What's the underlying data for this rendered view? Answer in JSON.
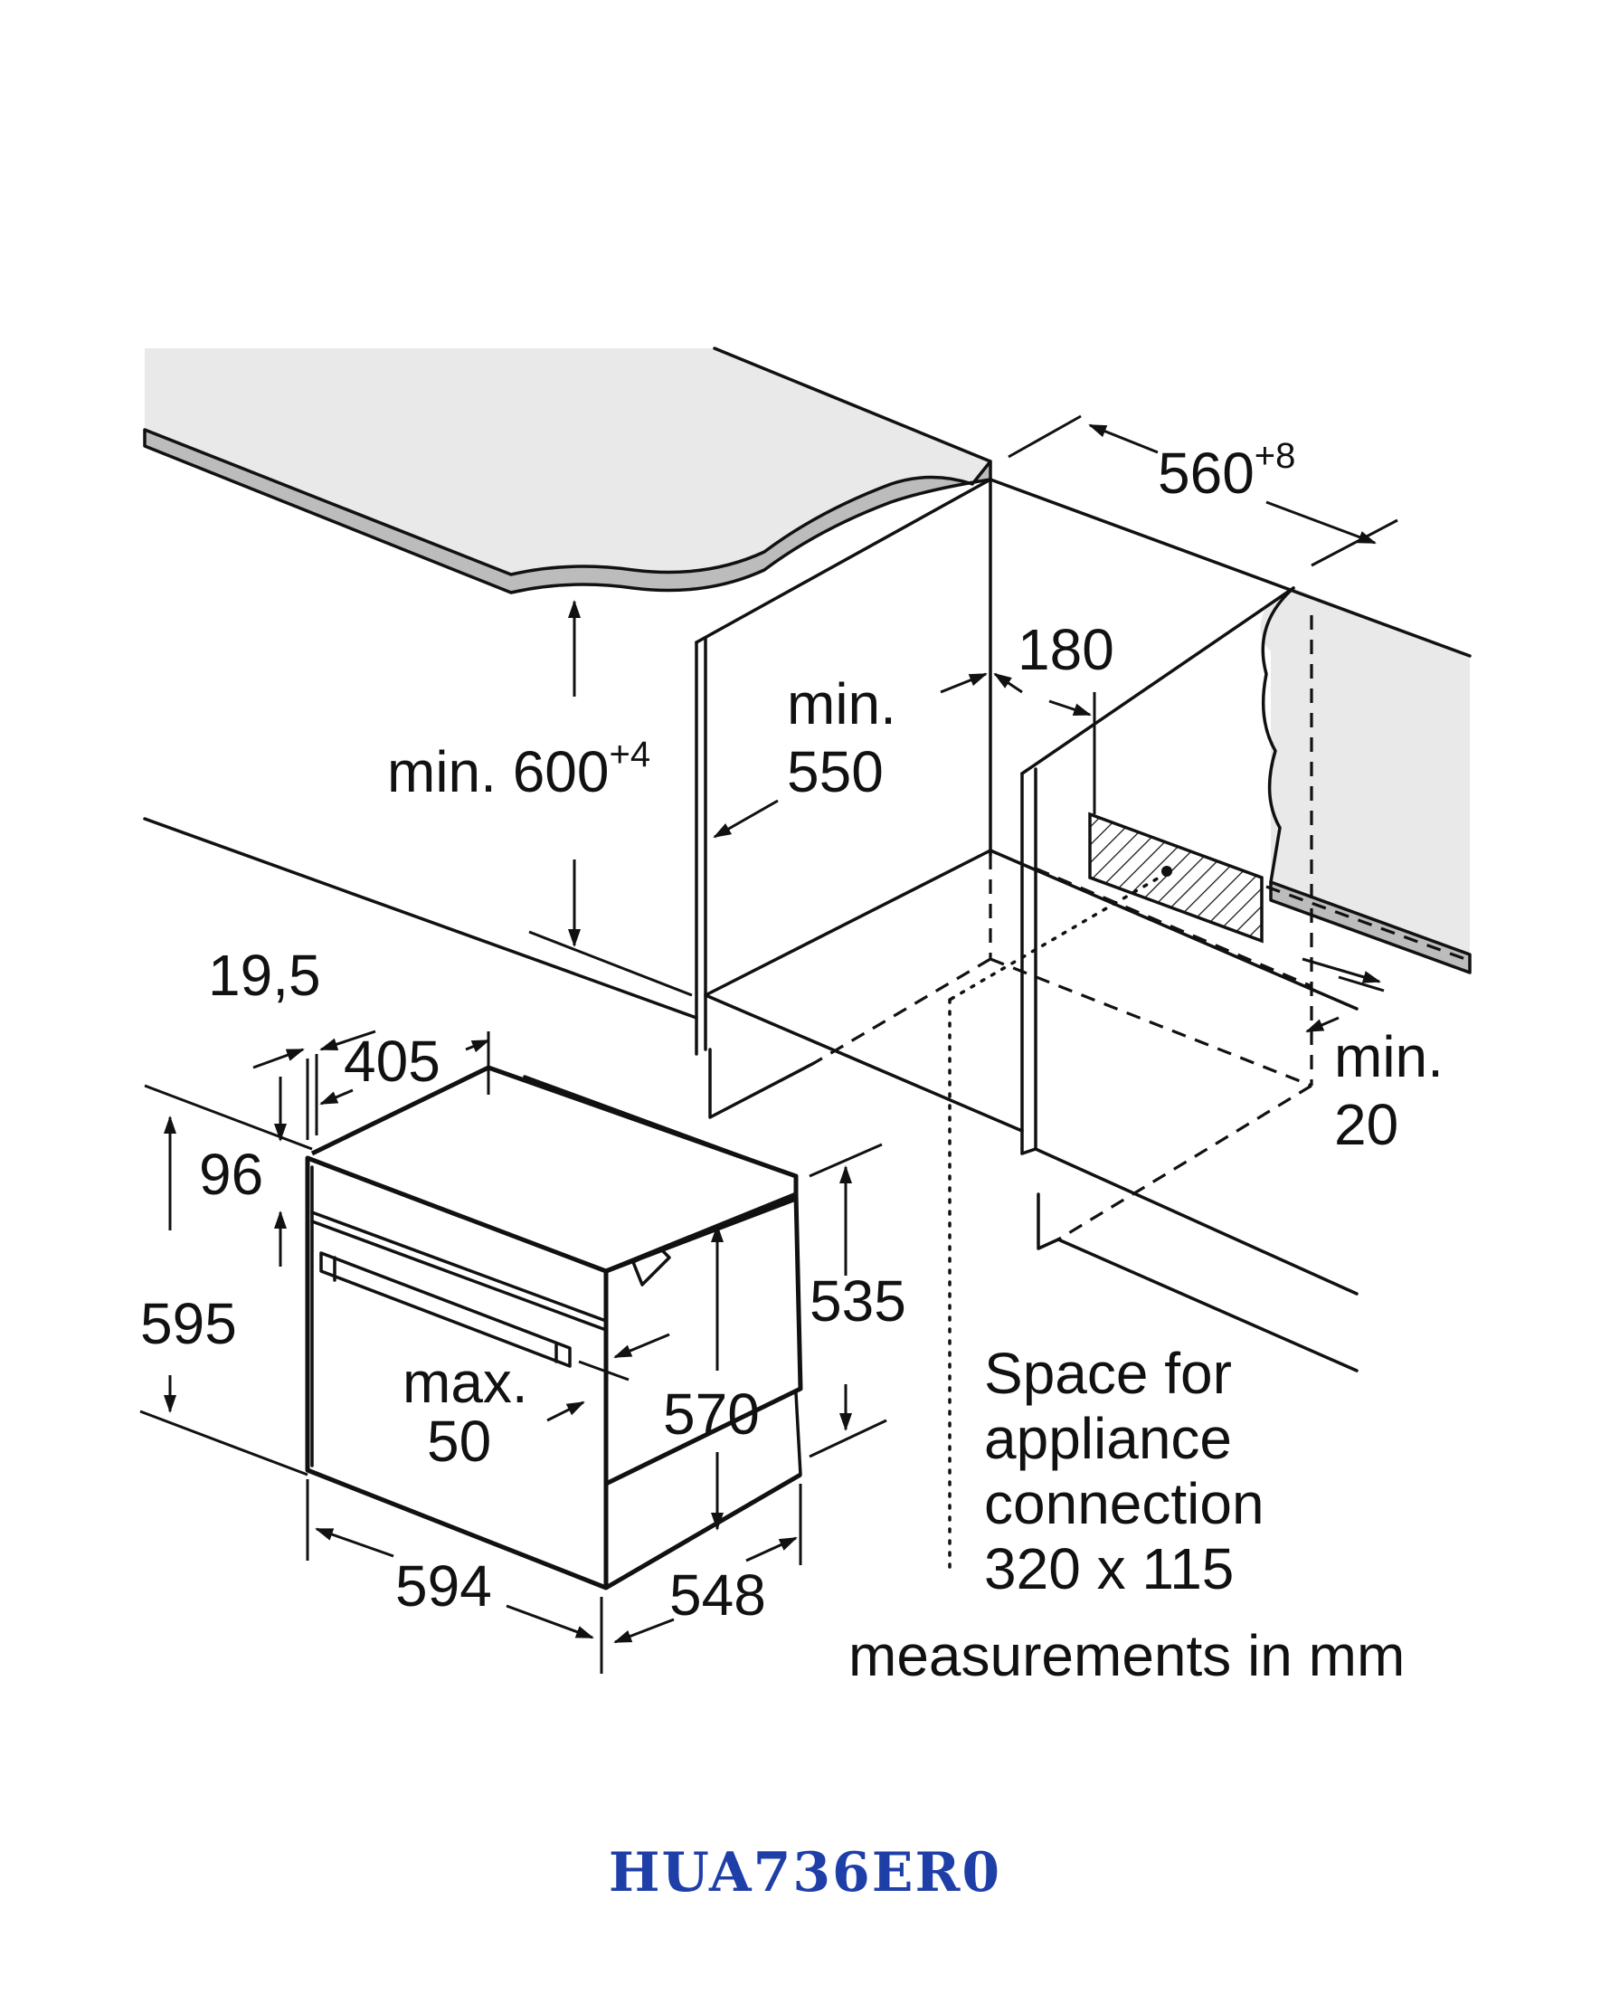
{
  "model": {
    "title": "HUA736ER0",
    "color": "#1f3fa8"
  },
  "dimensions": {
    "niche_width": "560",
    "niche_width_tol": "+8",
    "niche_height_prefix": "min. 600",
    "niche_height_tol": "+4",
    "niche_depth_line1": "min.",
    "niche_depth_line2": "550",
    "connection_offset": "180",
    "rear_gap_line1": "min.",
    "rear_gap_line2": "20",
    "panel_thickness": "19,5",
    "cavity_depth": "405",
    "control_height": "96",
    "total_height": "595",
    "body_height": "535",
    "cavity_height": "570",
    "door_overhang_line1": "max.",
    "door_overhang_line2": "50",
    "total_width": "594",
    "body_depth": "548"
  },
  "notes": {
    "connection_line1": "Space for",
    "connection_line2": "appliance",
    "connection_line3": "connection",
    "connection_line4": "320 x 115",
    "units": "measurements in mm"
  }
}
